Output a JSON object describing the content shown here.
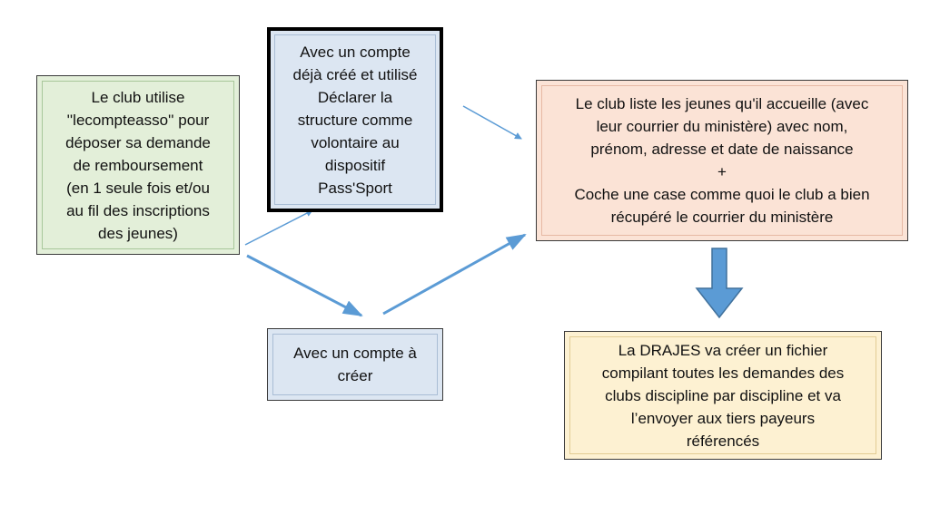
{
  "diagram": {
    "nodes": {
      "club": "Le club utilise\n''lecompteasso'' pour\ndéposer sa demande\nde remboursement\n(en 1 seule fois et/ou\nau fil des inscriptions\ndes jeunes)",
      "existing_account": "Avec un compte\ndéjà créé et utilisé\nDéclarer la\nstructure comme\nvolontaire au\ndispositif\nPass'Sport",
      "new_account": "Avec un compte à\ncréer",
      "club_list": "Le club liste les jeunes qu'il accueille (avec\nleur courrier du ministère) avec nom,\nprénom, adresse et date de naissance\n+\nCoche une case comme quoi le club a bien\nrécupéré le courrier du ministère",
      "drajes": "La DRAJES va créer un fichier\ncompilant toutes les demandes des\nclubs discipline par discipline et va\nl’envoyer aux tiers payeurs\nréférencés"
    },
    "edges": [
      {
        "from": "club",
        "to": "existing_account"
      },
      {
        "from": "club",
        "to": "new_account"
      },
      {
        "from": "existing_account",
        "to": "club_list"
      },
      {
        "from": "new_account",
        "to": "club_list"
      },
      {
        "from": "club_list",
        "to": "drajes"
      }
    ],
    "colors": {
      "arrow": "#5b9bd5",
      "block_arrow_fill": "#5b9bd5",
      "block_arrow_stroke": "#41719c",
      "club_fill": "#e3efd9",
      "account_fill": "#dce6f2",
      "list_fill": "#fbe3d6",
      "drajes_fill": "#fdf1d2"
    }
  }
}
